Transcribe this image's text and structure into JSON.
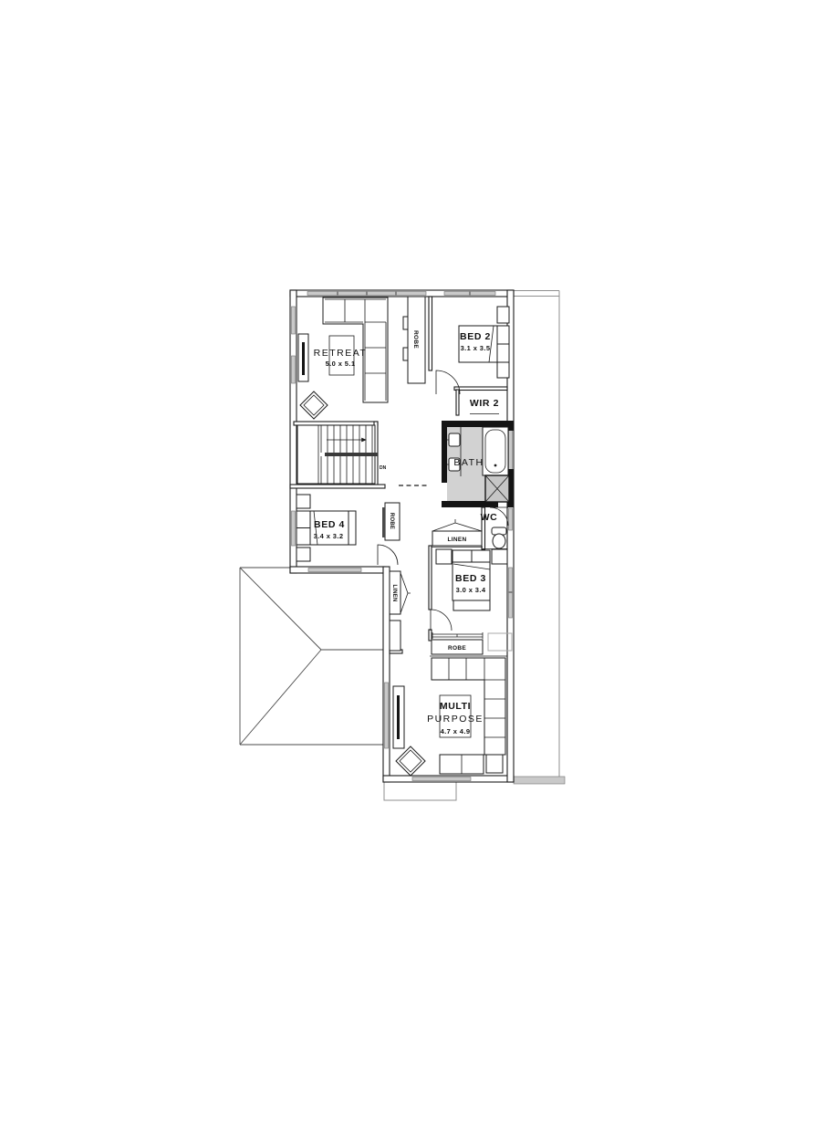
{
  "plan": {
    "type": "upper-floor-plan",
    "colors": {
      "wall": "#141414",
      "bath_floor": "#d2d2d2",
      "shower_floor": "#c6c6c6",
      "roof_line": "#8f8f8f",
      "window": "#c9c9c9"
    },
    "rooms": {
      "retreat": {
        "name": "RETREAT",
        "dims": "5.0 x 5.1"
      },
      "bed2": {
        "name": "BED 2",
        "dims": "3.1 x 3.5"
      },
      "wir2": {
        "name": "WIR 2"
      },
      "bath": {
        "name": "BATH"
      },
      "bed4": {
        "name": "BED 4",
        "dims": "3.4 x 3.2"
      },
      "wc": {
        "name": "WC"
      },
      "bed3": {
        "name": "BED 3",
        "dims": "3.0 x 3.4"
      },
      "multipurpose": {
        "name_line1": "MULTI",
        "name_line2": "PURPOSE",
        "dims": "4.7 x 4.9"
      }
    },
    "storage": {
      "robe_bed2": "ROBE",
      "robe_bed4": "ROBE",
      "robe_bed3": "ROBE",
      "linen_hall_top": "LINEN",
      "linen_hall_side": "LINEN"
    },
    "stairs": {
      "direction": "DN"
    }
  }
}
